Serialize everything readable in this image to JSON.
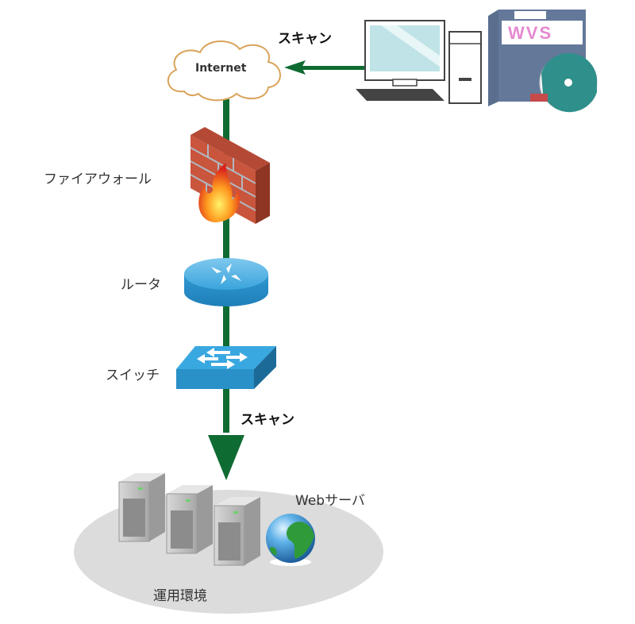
{
  "diagram": {
    "scan_label_top": "スキャン",
    "scan_label_bottom": "スキャン",
    "internet_label": "Internet",
    "firewall_label": "ファイアウォール",
    "router_label": "ルータ",
    "switch_label": "スイッチ",
    "webserver_label": "Webサーバ",
    "environment_label": "運用環境",
    "product_box_text": "WVS",
    "colors": {
      "link_green": "#0e6b32",
      "cloud_stroke": "#d9a35a",
      "device_blue": "#2a9fd8",
      "environment_gray": "#dcdcdc",
      "brick_red": "#c9553d"
    }
  }
}
